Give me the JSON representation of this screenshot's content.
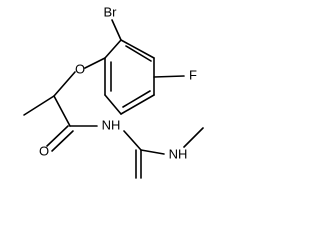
{
  "molecule": {
    "atoms": {
      "br": "Br",
      "o_ether": "O",
      "f": "F",
      "o_carbonyl": "O",
      "nh_imide": "NH",
      "nh_methyl": "NH"
    },
    "colors": {
      "bond": "#000000",
      "label": "#000000",
      "background": "#ffffff"
    }
  }
}
